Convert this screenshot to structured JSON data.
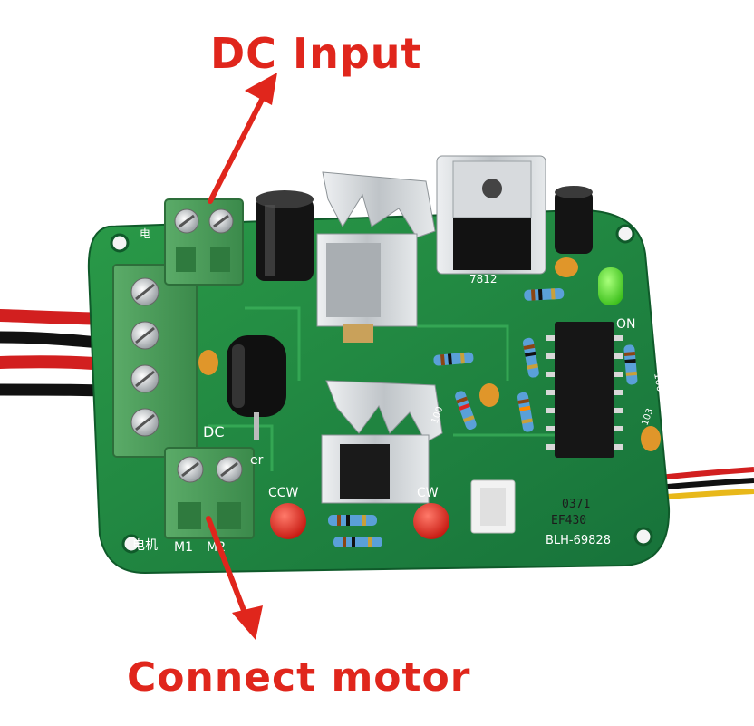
{
  "callouts": {
    "dc_input": "DC Input",
    "connect_motor": "Connect motor"
  },
  "board_labels": {
    "regulator": "7812",
    "on": "ON",
    "dc": "DC",
    "ccw": "CCW",
    "cw_partial": "CW",
    "ic_code_line1": "0371",
    "ic_code_line2": "EF430",
    "board_id": "BLH-69828",
    "motor_cn": "电机",
    "m1": "M1",
    "m2": "M2",
    "power_cn_partial": "电",
    "resistor_100_a": "100",
    "resistor_100_b": "100",
    "resistor_103": "103",
    "power_partial": "er"
  },
  "colors": {
    "arrow_red": "#e0261c",
    "pcb_green": "#1f8a3c",
    "terminal_green": "#4a9a5a",
    "heatsink_silver": "#cfd3d6",
    "wire_red": "#d21f1f",
    "wire_black": "#111111",
    "wire_yellow": "#e8b81a"
  },
  "icons": {
    "arrow_up": "arrow-up-icon",
    "arrow_down": "arrow-down-icon"
  }
}
